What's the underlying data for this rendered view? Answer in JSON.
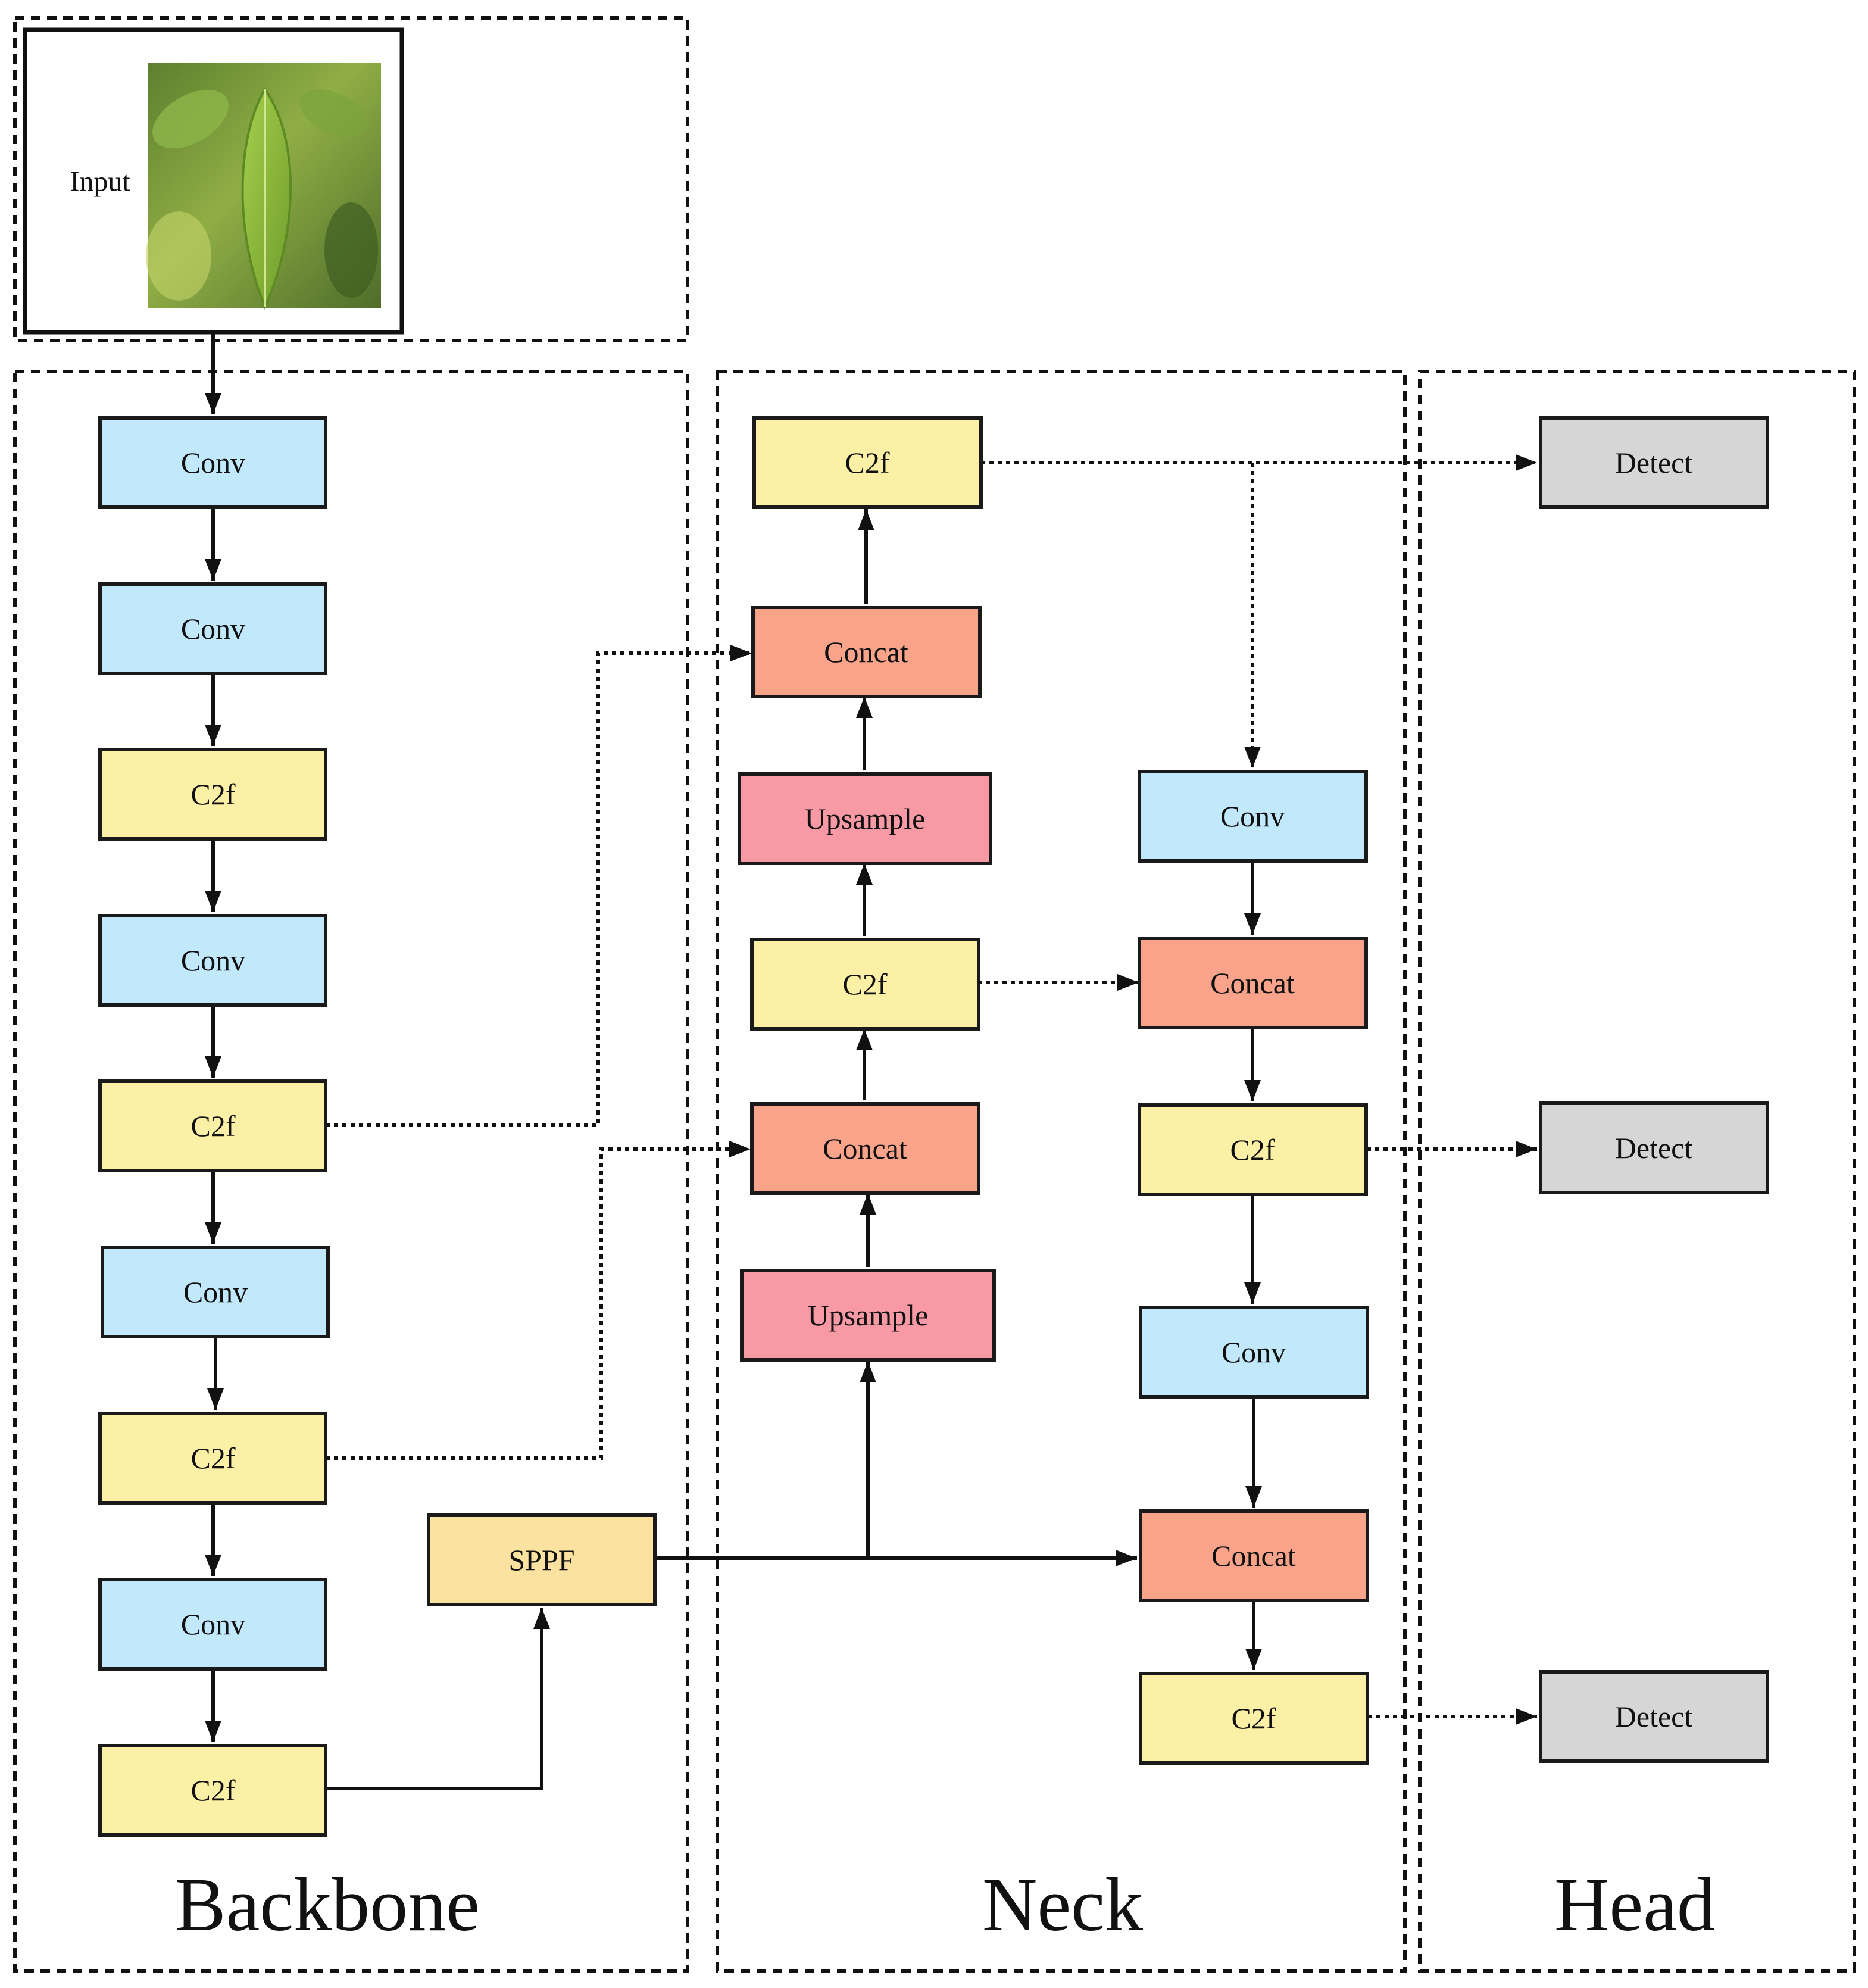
{
  "sections": {
    "input": "Input",
    "backbone": "Backbone",
    "neck": "Neck",
    "head": "Head"
  },
  "colors": {
    "conv": "#c2e8fb",
    "c2f": "#fbf0a6",
    "concat": "#f9a48a",
    "upsample": "#f79aa5",
    "sppf": "#fbe2a0",
    "detect": "#d6d6d6"
  },
  "backbone": {
    "blocks": [
      {
        "label": "Conv",
        "type": "conv"
      },
      {
        "label": "Conv",
        "type": "conv"
      },
      {
        "label": "C2f",
        "type": "c2f"
      },
      {
        "label": "Conv",
        "type": "conv"
      },
      {
        "label": "C2f",
        "type": "c2f"
      },
      {
        "label": "Conv",
        "type": "conv"
      },
      {
        "label": "C2f",
        "type": "c2f"
      },
      {
        "label": "Conv",
        "type": "conv"
      },
      {
        "label": "C2f",
        "type": "c2f"
      }
    ],
    "sppf": {
      "label": "SPPF",
      "type": "sppf"
    }
  },
  "neck": {
    "up_path": [
      {
        "label": "Upsample",
        "type": "upsample"
      },
      {
        "label": "Concat",
        "type": "concat"
      },
      {
        "label": "C2f",
        "type": "c2f"
      },
      {
        "label": "Upsample",
        "type": "upsample"
      },
      {
        "label": "Concat",
        "type": "concat"
      },
      {
        "label": "C2f",
        "type": "c2f"
      }
    ],
    "down_path": [
      {
        "label": "Conv",
        "type": "conv"
      },
      {
        "label": "Concat",
        "type": "concat"
      },
      {
        "label": "C2f",
        "type": "c2f"
      },
      {
        "label": "Conv",
        "type": "conv"
      },
      {
        "label": "Concat",
        "type": "concat"
      },
      {
        "label": "C2f",
        "type": "c2f"
      }
    ]
  },
  "head": {
    "blocks": [
      {
        "label": "Detect",
        "type": "detect"
      },
      {
        "label": "Detect",
        "type": "detect"
      },
      {
        "label": "Detect",
        "type": "detect"
      }
    ]
  }
}
